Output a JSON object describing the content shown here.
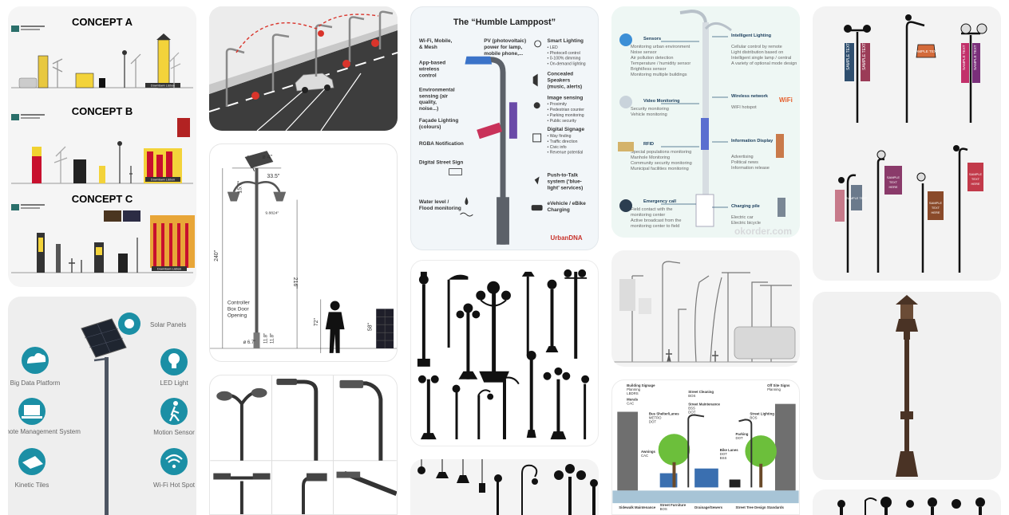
{
  "concepts": {
    "a": "CONCEPT A",
    "b": "CONCEPT B",
    "c": "CONCEPT C",
    "sign": "Downtown Lisbon"
  },
  "dims": {
    "d4": "ø 4\"",
    "w335": "33.5\"",
    "h57": "15.7\"",
    "s964": "9.8824\"",
    "h240": "240\"",
    "h216": "216\"",
    "controller1": "Controller",
    "controller2": "Box Door",
    "controller3": "Opening",
    "d67": "ø 6.7\"",
    "h118a": "11.8\"",
    "h118b": "11.8\"",
    "h72": "72\"",
    "h58": "58\""
  },
  "humble": {
    "title": "The “Humble Lamppost”",
    "left": [
      {
        "t": "Wi-Fi, Mobile,",
        "t2": "& Mesh"
      },
      {
        "t": "App-based",
        "t2": "wireless",
        "t3": "control"
      },
      {
        "t": "Environmental",
        "t2": "sensing (air",
        "t3": "quality,",
        "t4": "noise...)"
      },
      {
        "t": "Façade Lighting",
        "t2": "(colours)"
      },
      {
        "t": "RGBA Notification"
      },
      {
        "t": "Digital Street Sign"
      },
      {
        "t": "Water level /",
        "t2": "Flood monitoring"
      }
    ],
    "pv": {
      "t": "PV (photovoltaic)",
      "t2": "power for lamp,",
      "t3": "mobile phone,..."
    },
    "right": [
      {
        "t": "Smart Lighting",
        "b": [
          "• LED",
          "• Photocell control",
          "• 0-100% dimming",
          "• On-demand lighting"
        ]
      },
      {
        "t": "Concealed",
        "t2": "Speakers",
        "t3": "(music, alerts)"
      },
      {
        "t": "Image sensing",
        "b": [
          "• Proximity",
          "• Pedestrian counter",
          "• Parking monitoring",
          "• Public security"
        ]
      },
      {
        "t": "Digital Signage",
        "b": [
          "• Way finding",
          "• Traffic direction",
          "• Civic info",
          "• Revenue potential"
        ]
      },
      {
        "t": "Push-to-Talk",
        "t2": "system (‘blue-",
        "t3": "light’ services)"
      },
      {
        "t": "eVehicle / eBike",
        "t2": "Charging"
      }
    ],
    "brand": "UrbanDNA"
  },
  "smartpole": {
    "left": [
      {
        "title": "Sensors",
        "items": [
          "Monitoring urban environment",
          "Noise sensor",
          "Air pollution detection",
          "Temperature / humidity sensor",
          "Bright/less sensor",
          "Monitoring multiple buildings"
        ]
      },
      {
        "title": "Video Monitoring",
        "items": [
          "Security monitoring",
          "Vehicle monitoring"
        ]
      },
      {
        "title": "RFID",
        "items": [
          "Special populations monitoring",
          "Manhole Monitoring",
          "Community security monitoring",
          "Municipal facilities monitoring"
        ]
      },
      {
        "title": "Emergency call",
        "items": [
          "Field contact with the",
          "monitoring center",
          "Active broadcast from the",
          "monitoring center to field"
        ]
      }
    ],
    "right": [
      {
        "title": "Intelligent Lighting",
        "items": [
          "Cellular control by remote",
          "Light distribution based on",
          "Intelligent single lamp / central",
          "A variety of optional mode design"
        ]
      },
      {
        "title": "Wireless network",
        "items": [
          "WIFI hotspot"
        ]
      },
      {
        "title": "Information Display",
        "items": [
          "Advertising",
          "Political news",
          "Information release"
        ]
      },
      {
        "title": "Charging pile",
        "items": [
          "Electric car",
          "Electric bicycle"
        ]
      }
    ],
    "wifi": "WiFi",
    "watermark": "okorder.com"
  },
  "banners": {
    "sample": "SAMPLE TEXT",
    "here": "HERE",
    "sample2": "SAMPLE",
    "text2": "TEXT",
    "here2": "HERE"
  },
  "solar": {
    "features_left": [
      "Big Data Platform",
      "Remote Management System",
      "Kinetic Tiles"
    ],
    "features_right": [
      "Solar Panels",
      "LED Light",
      "Motion Sensor",
      "Wi-Fi Hot Spot"
    ]
  },
  "streetdiagram": {
    "labels": [
      {
        "t": "Building Signage",
        "s": "Planning",
        "s2": "LBDRS"
      },
      {
        "t": "Murals",
        "s": "CAC"
      },
      {
        "t": "Bus Shelter/Lanes",
        "s": "METRO",
        "s2": "DOT"
      },
      {
        "t": "Street Cleaning",
        "s": "BOS"
      },
      {
        "t": "Street Maintenance",
        "s": "BSS",
        "s2": "DOT"
      },
      {
        "t": "Street Lighting",
        "s": "BOS"
      },
      {
        "t": "Off Site Signs",
        "s": "Planning"
      },
      {
        "t": "Awnings",
        "s": "CAC"
      },
      {
        "t": "Parking",
        "s": "DOT"
      },
      {
        "t": "Bike Lanes",
        "s": "DOT",
        "s2": "BSS"
      },
      {
        "t": "Sidewalk Maintenance"
      },
      {
        "t": "Street Furniture",
        "s": "BOS"
      },
      {
        "t": "Drainage/Sewers"
      },
      {
        "t": "Street Tree Design Standards"
      }
    ]
  }
}
